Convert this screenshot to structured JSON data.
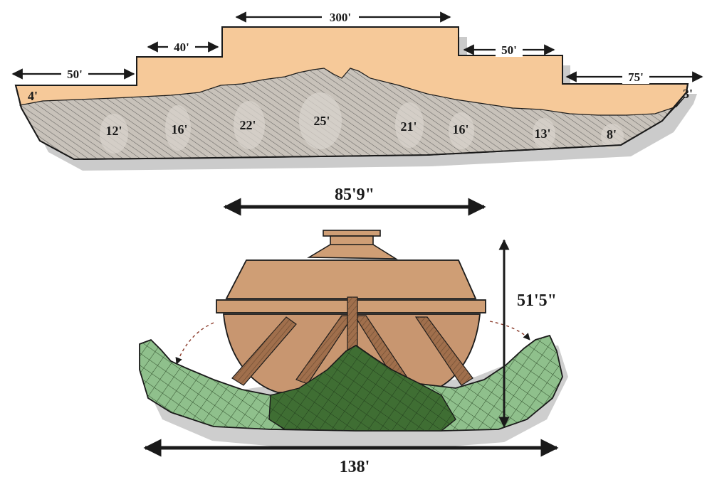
{
  "colors": {
    "hull_top": "#f6c999",
    "hull_gray": "#c8c2ba",
    "boat_tan": "#cf9e75",
    "boat_dark": "#b98660",
    "green_light": "#8fc08c",
    "green_dark": "#3f6e33",
    "shadow": "#b9b9b9",
    "ink": "#1a1a1a"
  },
  "top_view": {
    "lengths": [
      {
        "label": "50'"
      },
      {
        "label": "40'"
      },
      {
        "label": "300'"
      },
      {
        "label": "50'"
      },
      {
        "label": "75'"
      }
    ],
    "depths": [
      {
        "label": "4'"
      },
      {
        "label": "12'"
      },
      {
        "label": "16'"
      },
      {
        "label": "22'"
      },
      {
        "label": "25'"
      },
      {
        "label": "21'"
      },
      {
        "label": "16'"
      },
      {
        "label": "13'"
      },
      {
        "label": "8'"
      },
      {
        "label": "3'"
      }
    ]
  },
  "cross_section": {
    "top_width": "85'9\"",
    "height": "51'5\"",
    "bottom_width": "138'"
  }
}
